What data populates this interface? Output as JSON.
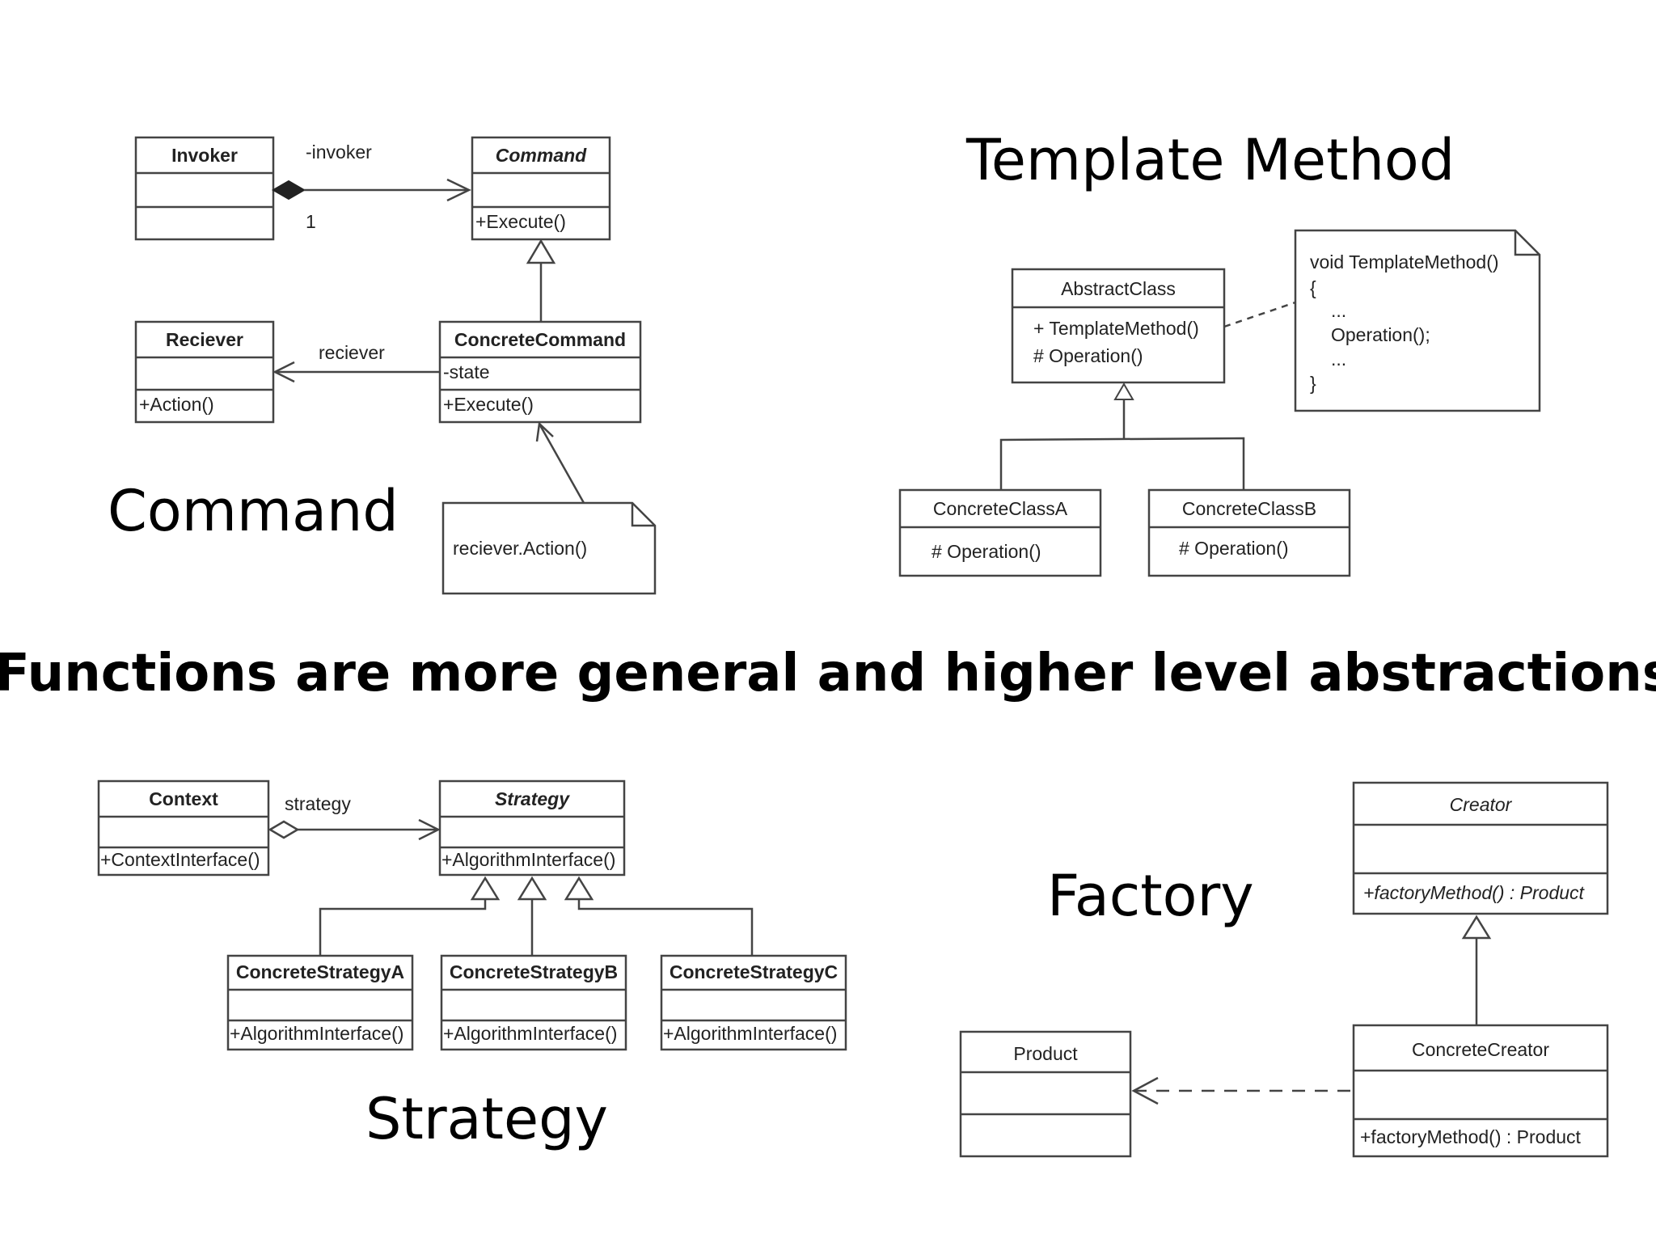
{
  "titles": {
    "command": "Command",
    "template_method": "Template Method",
    "strategy": "Strategy",
    "factory": "Factory"
  },
  "headline": "Functions are more general and higher level abstractions",
  "command": {
    "invoker": {
      "name": "Invoker"
    },
    "command": {
      "name": "Command",
      "op": "+Execute()"
    },
    "concrete_command": {
      "name": "ConcreteCommand",
      "attr": "-state",
      "op": "+Execute()"
    },
    "receiver": {
      "name": "Reciever",
      "op": "+Action()"
    },
    "labels": {
      "invoker_role": "-invoker",
      "multiplicity": "1",
      "receiver_role": "reciever"
    },
    "note": "reciever.Action()"
  },
  "template_method": {
    "abstract_class": {
      "name": "AbstractClass",
      "ops": [
        "+ TemplateMethod()",
        "# Operation()"
      ]
    },
    "concrete_a": {
      "name": "ConcreteClassA",
      "op": "# Operation()"
    },
    "concrete_b": {
      "name": "ConcreteClassB",
      "op": "# Operation()"
    },
    "note_lines": [
      "void TemplateMethod()",
      "{",
      "...",
      "Operation();",
      "...",
      "}"
    ]
  },
  "strategy": {
    "context": {
      "name": "Context",
      "op": "+ContextInterface()"
    },
    "strategy": {
      "name": "Strategy",
      "op": "+AlgorithmInterface()"
    },
    "concrete_a": {
      "name": "ConcreteStrategyA",
      "op": "+AlgorithmInterface()"
    },
    "concrete_b": {
      "name": "ConcreteStrategyB",
      "op": "+AlgorithmInterface()"
    },
    "concrete_c": {
      "name": "ConcreteStrategyC",
      "op": "+AlgorithmInterface()"
    },
    "labels": {
      "role": "strategy"
    }
  },
  "factory": {
    "creator": {
      "name": "Creator",
      "op": "+factoryMethod() : Product"
    },
    "concrete_creator": {
      "name": "ConcreteCreator",
      "op": "+factoryMethod() : Product"
    },
    "product": {
      "name": "Product"
    }
  }
}
